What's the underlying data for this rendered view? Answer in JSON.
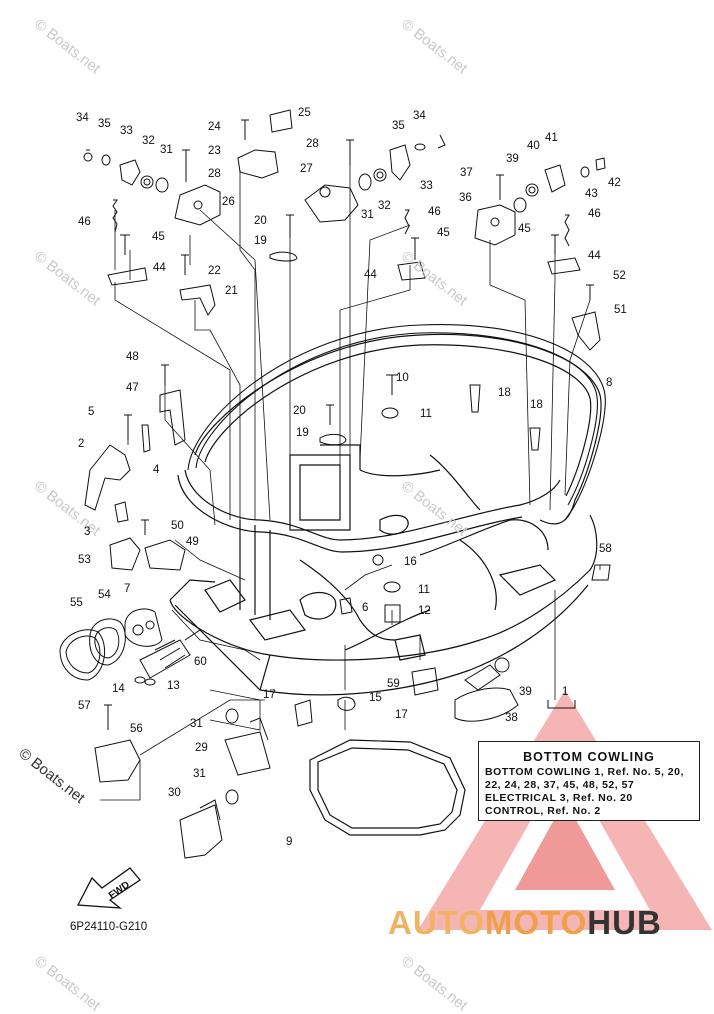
{
  "watermark_text": "© Boats.net",
  "copyright_text": "© Boats.net",
  "diagram_code": "6P24110-G210",
  "fwd_label": "FWD",
  "legend": {
    "title": "BOTTOM  COWLING",
    "lines": [
      "BOTTOM  COWLING 1,  Ref. No. 5,  20,",
      "22,  24,  28,  37,  45,  48,  52,  57",
      "ELECTRICAL  3,  Ref. No.  20",
      "CONTROL,  Ref. No.  2"
    ]
  },
  "brand": {
    "part1": "AUTO",
    "part2": "MOTO",
    "part3": "HUB"
  },
  "callouts": [
    "34",
    "35",
    "33",
    "32",
    "31",
    "28",
    "26",
    "24",
    "25",
    "23",
    "28",
    "27",
    "34",
    "35",
    "33",
    "32",
    "31",
    "37",
    "39",
    "40",
    "41",
    "43",
    "42",
    "36",
    "46",
    "45",
    "44",
    "22",
    "21",
    "20",
    "19",
    "46",
    "45",
    "44",
    "46",
    "45",
    "44",
    "52",
    "51",
    "48",
    "47",
    "5",
    "4",
    "2",
    "3",
    "50",
    "49",
    "53",
    "55",
    "54",
    "7",
    "14",
    "13",
    "60",
    "10",
    "18",
    "18",
    "8",
    "20",
    "19",
    "11",
    "16",
    "11",
    "12",
    "6",
    "58",
    "59",
    "17",
    "15",
    "39",
    "38",
    "1",
    "57",
    "56",
    "31",
    "29",
    "17",
    "31",
    "30",
    "9"
  ],
  "colors": {
    "line": "#111111",
    "watermark": "#c9c9c9",
    "brand_red": "#e21f26",
    "brand_orange": "#f0a04a"
  }
}
